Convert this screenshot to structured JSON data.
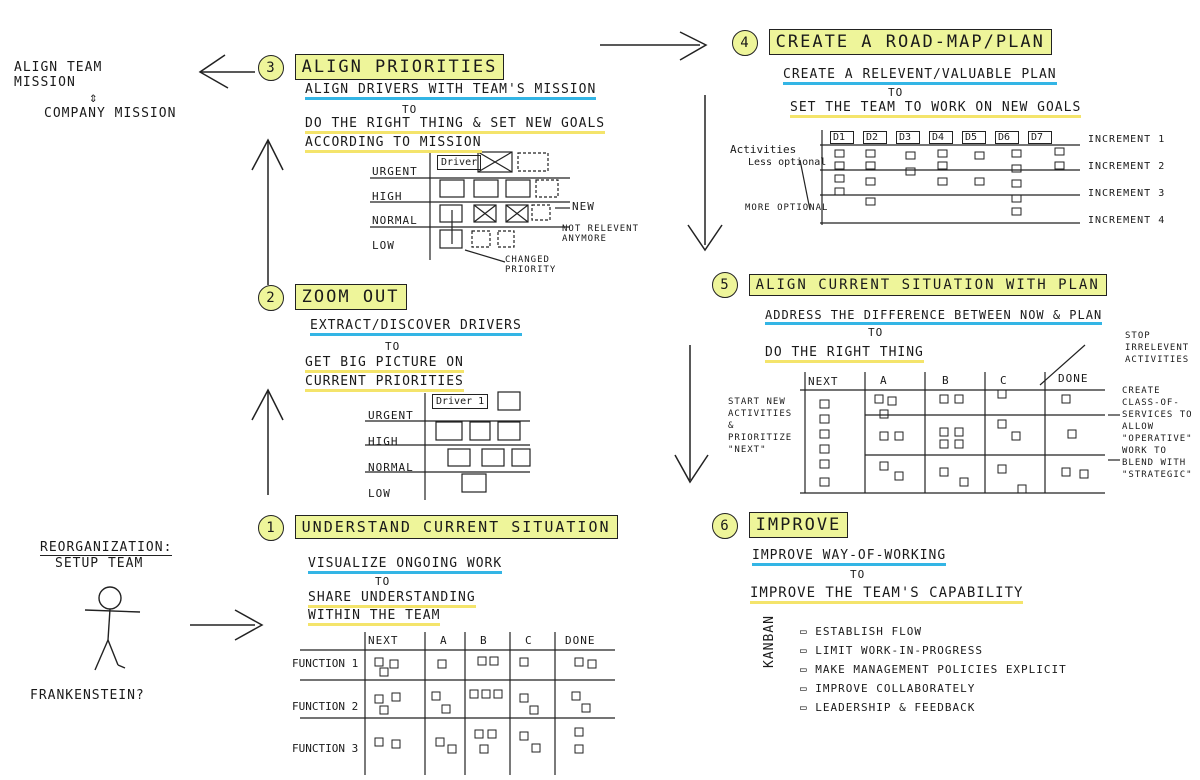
{
  "left": {
    "mission_top": "ALIGN TEAM MISSION",
    "mission_arrow": "⇕",
    "mission_bottom": "COMPANY MISSION",
    "reorg_title": "REORGANIZATION:",
    "reorg_sub": "SETUP TEAM",
    "frankenstein": "FRANKENSTEIN?"
  },
  "step1": {
    "num": "1",
    "title": "UNDERSTAND CURRENT SITUATION",
    "line1": "VISUALIZE ONGOING WORK",
    "to": "TO",
    "line2": "SHARE UNDERSTANDING",
    "line3": "WITHIN THE TEAM",
    "columns": [
      "NEXT",
      "A",
      "B",
      "C",
      "DONE"
    ],
    "rows": [
      "FUNCTION 1",
      "FUNCTION 2",
      "FUNCTION 3"
    ]
  },
  "step2": {
    "num": "2",
    "title": "ZOOM OUT",
    "line1": "EXTRACT/DISCOVER DRIVERS",
    "to": "TO",
    "line2": "GET BIG PICTURE ON",
    "line3": "CURRENT PRIORITIES",
    "rows": [
      "URGENT",
      "HIGH",
      "NORMAL",
      "LOW"
    ],
    "driver": "Driver 1"
  },
  "step3": {
    "num": "3",
    "title": "ALIGN PRIORITIES",
    "line1": "ALIGN DRIVERS WITH TEAM'S MISSION",
    "to": "TO",
    "line2": "DO THE RIGHT THING & SET NEW GOALS",
    "line3": "ACCORDING TO MISSION",
    "rows": [
      "URGENT",
      "HIGH",
      "NORMAL",
      "LOW"
    ],
    "driver": "Driver",
    "note_new": "NEW",
    "note_not": "NOT RELEVENT ANYMORE",
    "note_changed": "CHANGED PRIORITY"
  },
  "step4": {
    "num": "4",
    "title": "CREATE A ROAD-MAP/PLAN",
    "line1": "CREATE A RELEVENT/VALUABLE PLAN",
    "to": "TO",
    "line2": "SET THE TEAM TO WORK ON NEW GOALS",
    "drivers": [
      "D1",
      "D2",
      "D3",
      "D4",
      "D5",
      "D6",
      "D7"
    ],
    "increments": [
      "INCREMENT 1",
      "INCREMENT 2",
      "INCREMENT 3",
      "INCREMENT 4"
    ],
    "note_activities": "Activities",
    "note_less": "Less optional",
    "note_more": "MORE OPTIONAL"
  },
  "step5": {
    "num": "5",
    "title": "ALIGN CURRENT SITUATION WITH PLAN",
    "line1": "ADDRESS THE DIFFERENCE BETWEEN NOW & PLAN",
    "to": "TO",
    "line2": "DO THE RIGHT THING",
    "columns": [
      "NEXT",
      "A",
      "B",
      "C",
      "DONE"
    ],
    "note_start": "START NEW ACTIVITIES & PRIORITIZE \"NEXT\"",
    "note_stop": "STOP IRRELEVENT ACTIVITIES",
    "note_create": "CREATE CLASS-OF-SERVICES TO ALLOW \"OPERATIVE\" WORK TO BLEND WITH \"STRATEGIC\""
  },
  "step6": {
    "num": "6",
    "title": "IMPROVE",
    "line1": "IMPROVE WAY-OF-WORKING",
    "to": "TO",
    "line2": "IMPROVE THE TEAM'S CAPABILITY",
    "kanban_label": "KANBAN",
    "kanban_items": [
      "ESTABLISH FLOW",
      "LIMIT WORK-IN-PROGRESS",
      "MAKE MANAGEMENT POLICIES EXPLICIT",
      "IMPROVE COLLABORATELY",
      "LEADERSHIP & FEEDBACK"
    ]
  },
  "colors": {
    "highlight": "#eef59a",
    "blue_underline": "#33b5e5",
    "yellow_underline": "#f4e46b",
    "ink": "#1a1a1a"
  }
}
